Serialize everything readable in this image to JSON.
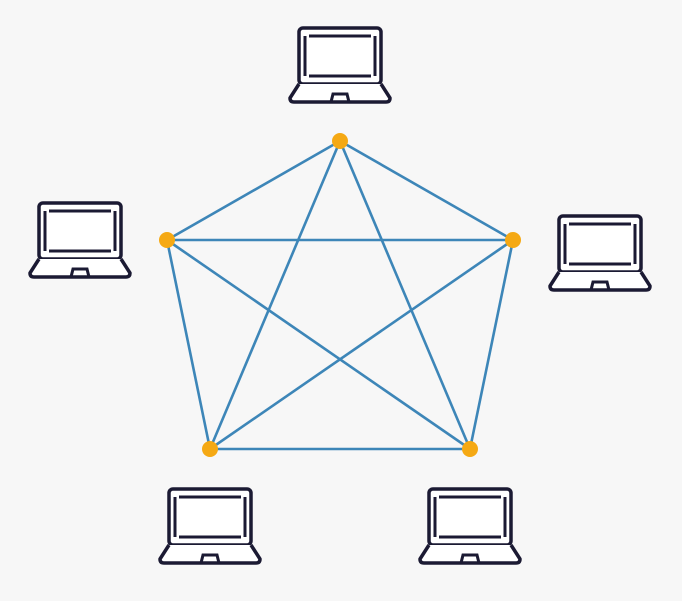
{
  "diagram": {
    "topology": "full-mesh",
    "nodes": [
      {
        "id": "top",
        "icon": "laptop-icon"
      },
      {
        "id": "right",
        "icon": "laptop-icon"
      },
      {
        "id": "bottom-right",
        "icon": "laptop-icon"
      },
      {
        "id": "bottom-left",
        "icon": "laptop-icon"
      },
      {
        "id": "left",
        "icon": "laptop-icon"
      }
    ],
    "edges": [
      [
        "top",
        "right"
      ],
      [
        "top",
        "bottom-right"
      ],
      [
        "top",
        "bottom-left"
      ],
      [
        "top",
        "left"
      ],
      [
        "right",
        "bottom-right"
      ],
      [
        "right",
        "bottom-left"
      ],
      [
        "right",
        "left"
      ],
      [
        "bottom-right",
        "bottom-left"
      ],
      [
        "bottom-right",
        "left"
      ],
      [
        "bottom-left",
        "left"
      ]
    ]
  },
  "colors": {
    "background": "#f7f7f7",
    "edge": "#3d86b8",
    "node": "#f5a914",
    "laptop_stroke": "#1b1a33",
    "laptop_fill": "#ffffff"
  }
}
